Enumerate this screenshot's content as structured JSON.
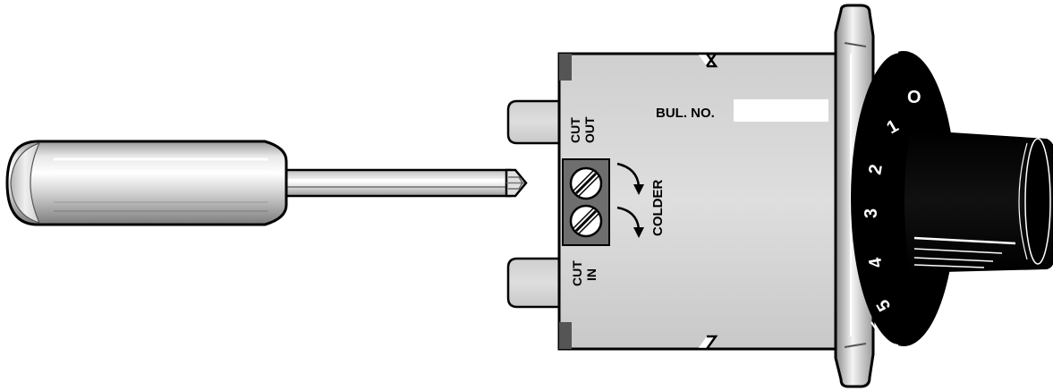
{
  "diagram": {
    "labels": {
      "cut_out_line1": "CUT",
      "cut_out_line2": "OUT",
      "cut_in_line1": "CUT",
      "cut_in_line2": "IN",
      "colder": "COLDER",
      "bul_no": "BUL. NO."
    },
    "dial_numbers": [
      "O",
      "1",
      "2",
      "3",
      "4",
      "5"
    ],
    "colors": {
      "body": "#d6d6d6",
      "outline": "#000000",
      "dial": "#000000",
      "adjuster_plate": "#6e6e6e",
      "handle_light": "#f2f2f2",
      "handle_dark": "#8c8c8c"
    }
  }
}
